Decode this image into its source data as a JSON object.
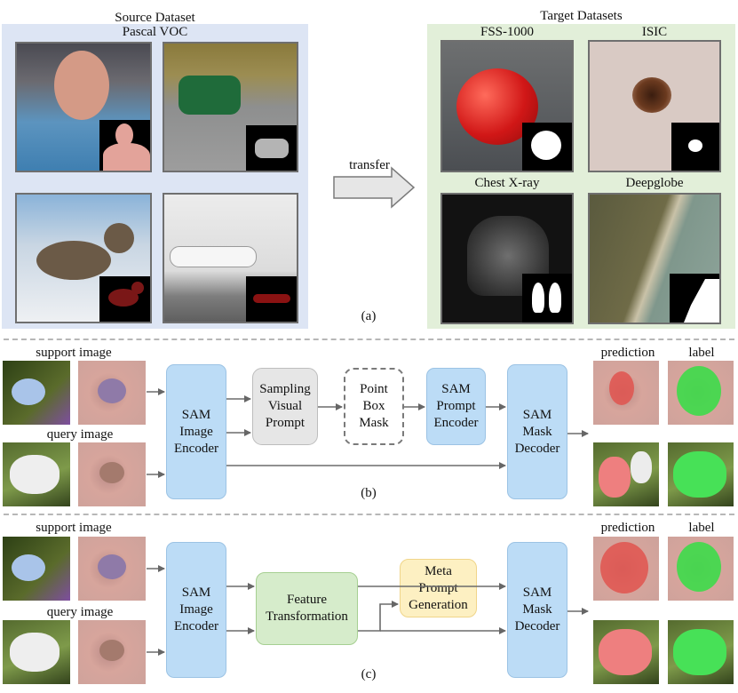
{
  "section_a": {
    "source_title": "Source Dataset",
    "source_subtitle": "Pascal VOC",
    "target_title": "Target Datasets",
    "targets": [
      "FSS-1000",
      "ISIC",
      "Chest X-ray",
      "Deepglobe"
    ],
    "arrow_label": "transfer",
    "caption": "(a)"
  },
  "section_b": {
    "support_label": "support image",
    "query_label": "query image",
    "encoder": "SAM\nImage\nEncoder",
    "sampling": "Sampling\nVisual\nPrompt",
    "point_box_mask": "Point\nBox\nMask",
    "prompt_encoder": "SAM\nPrompt\nEncoder",
    "decoder": "SAM\nMask\nDecoder",
    "prediction_label": "prediction",
    "label_label": "label",
    "caption": "(b)"
  },
  "section_c": {
    "support_label": "support image",
    "query_label": "query image",
    "encoder": "SAM\nImage\nEncoder",
    "feature_transformation": "Feature\nTransformation",
    "meta_prompt": "Meta\nPrompt\nGeneration",
    "decoder": "SAM\nMask\nDecoder",
    "prediction_label": "prediction",
    "label_label": "label",
    "caption": "(c)"
  },
  "colors": {
    "source_bg": "#dde5f4",
    "target_bg": "#e2efd9",
    "sam_blue": "#bcdcf6",
    "feature_green": "#d6eccb",
    "meta_yellow": "#fdf0c2",
    "prediction_red": "#e0534f",
    "label_green": "#3ddc4a"
  }
}
